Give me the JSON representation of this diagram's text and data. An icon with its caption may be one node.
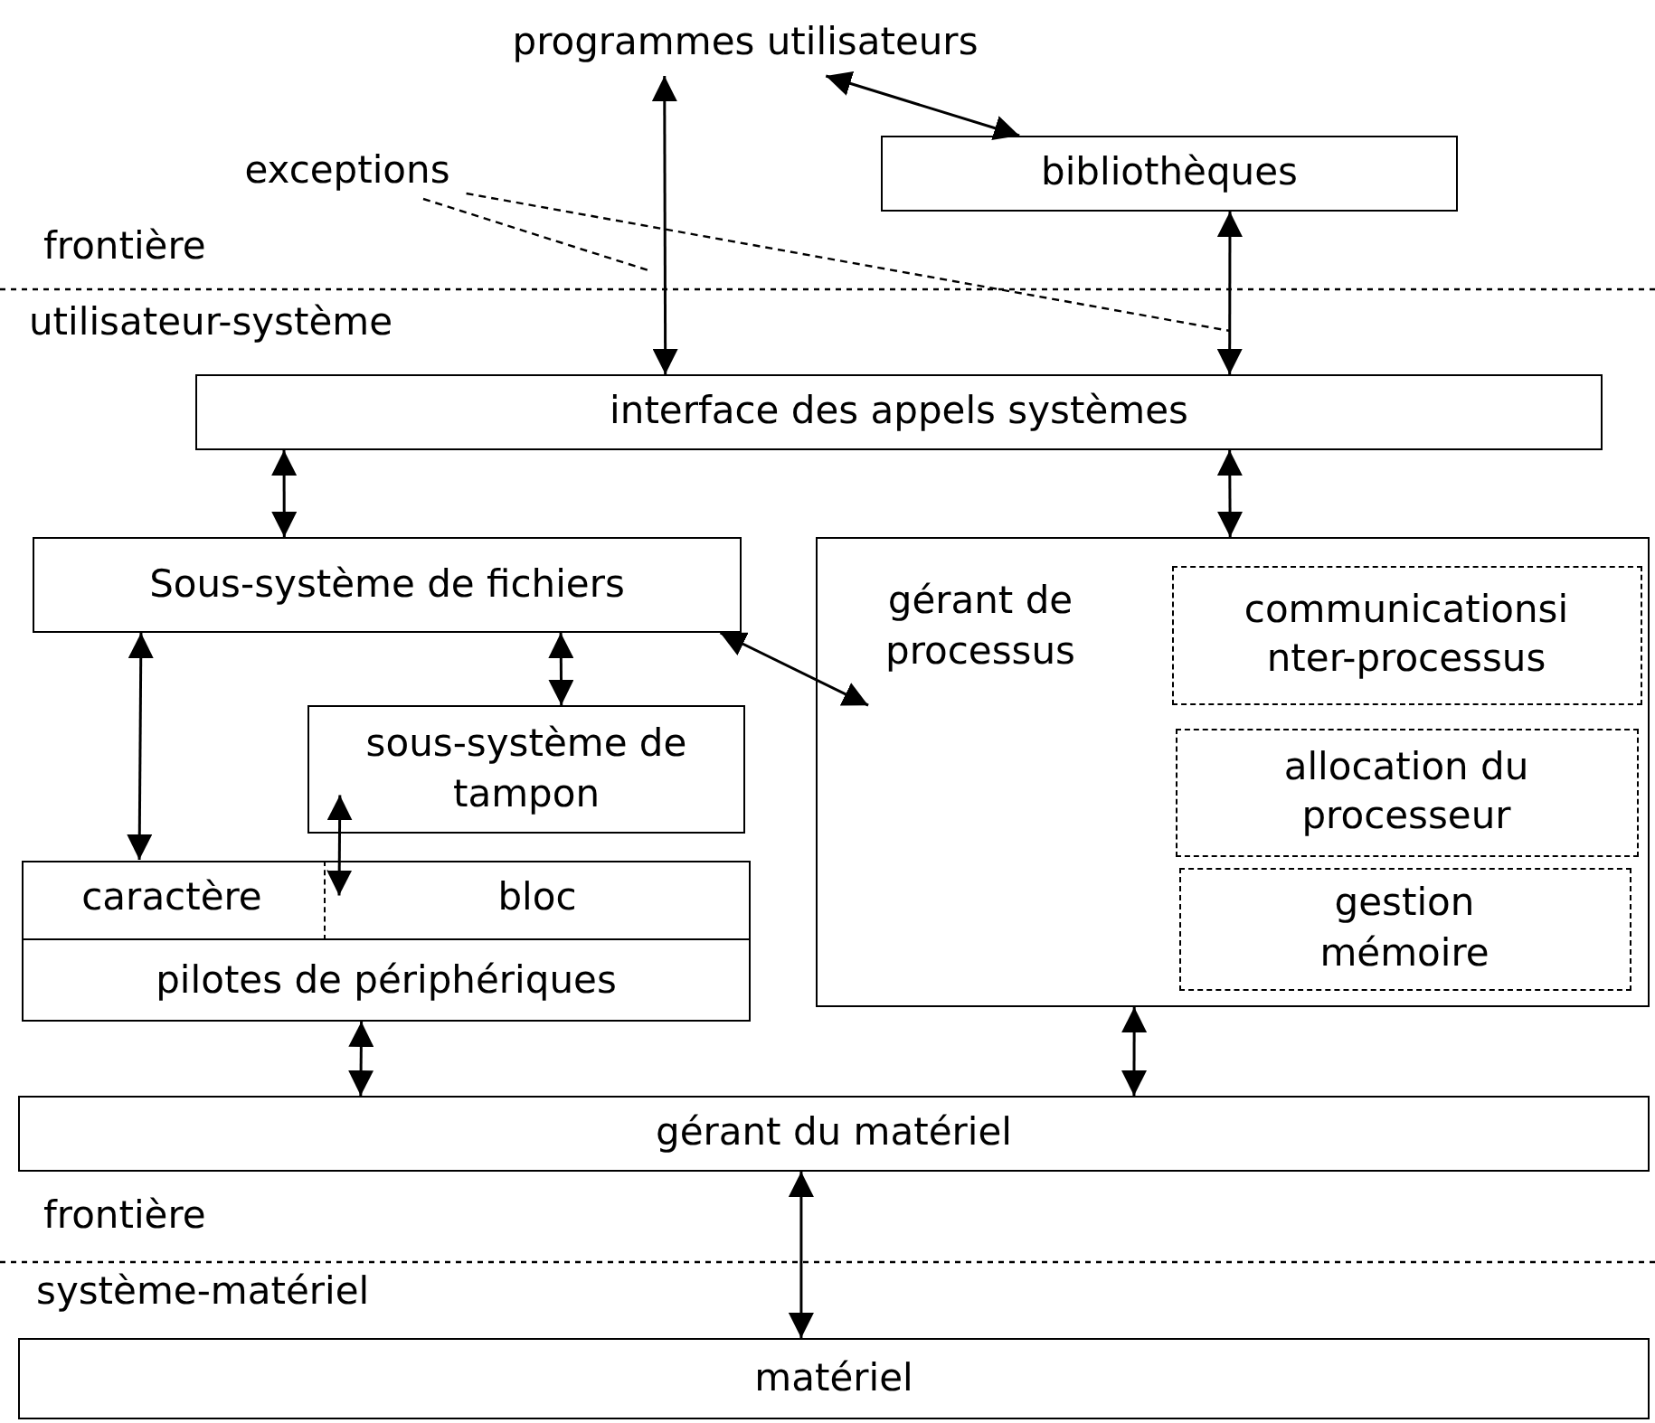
{
  "diagram": {
    "nodes": [
      {
        "text": [
          "programmes utilisateurs"
        ]
      },
      {
        "text": [
          "bibliothèques"
        ]
      },
      {
        "text": [
          "exceptions"
        ]
      },
      {
        "text": [
          "interface des appels systèmes"
        ]
      },
      {
        "text": [
          "Sous-système de fichiers"
        ]
      },
      {
        "text": [
          "gérant de processus"
        ]
      },
      {
        "text": [
          "communicationsi nter-processus"
        ],
        "in": 5
      },
      {
        "text": [
          "allocation du processeur"
        ],
        "in": 5
      },
      {
        "text": [
          "gestion mémoire"
        ],
        "in": 5
      },
      {
        "text": [
          "sous-système de tampon"
        ]
      },
      {
        "text": [
          "pilotes de périphériques"
        ]
      },
      {
        "text": [
          "caractère"
        ],
        "in": 10
      },
      {
        "text": [
          "bloc"
        ],
        "in": 10
      },
      {
        "text": [
          "gérant du matériel"
        ]
      },
      {
        "text": [
          "matériel"
        ]
      }
    ],
    "edges": [
      {
        "from": 0,
        "to": 1,
        "arrow": "both"
      },
      {
        "from": 0,
        "to": 3,
        "arrow": "both"
      },
      {
        "from": 1,
        "to": 3,
        "arrow": "both"
      },
      {
        "from": 2,
        "to": null,
        "arrow": "none",
        "style": "dashed"
      },
      {
        "from": 2,
        "to": null,
        "arrow": "none",
        "style": "dashed"
      },
      {
        "from": 3,
        "to": 4,
        "arrow": "both"
      },
      {
        "from": 3,
        "to": 5,
        "arrow": "both"
      },
      {
        "from": 4,
        "to": 5,
        "arrow": "both"
      },
      {
        "from": 4,
        "to": 11,
        "arrow": "both"
      },
      {
        "from": 4,
        "to": 9,
        "arrow": "both"
      },
      {
        "from": 9,
        "to": 12,
        "arrow": "both"
      },
      {
        "from": 10,
        "to": 13,
        "arrow": "both"
      },
      {
        "from": 5,
        "to": 13,
        "arrow": "both"
      },
      {
        "from": 13,
        "to": 14,
        "arrow": "both"
      }
    ],
    "labels": [
      "frontière",
      "utilisateur-système",
      "frontière",
      "système-matériel"
    ]
  }
}
